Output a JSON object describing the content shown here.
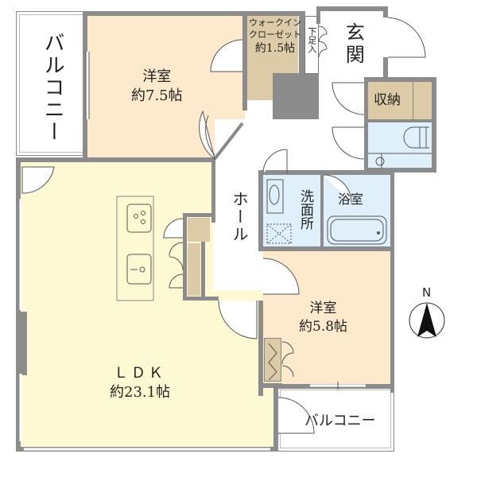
{
  "floor_plan": {
    "colors": {
      "wall": "#8c8c8c",
      "western_room": "#fde9cc",
      "ldk": "#fdf9d2",
      "wet_area": "#dff0fb",
      "storage": "#dccba6",
      "balcony": "#ffffff",
      "hall": "#ffffff"
    },
    "rooms": {
      "balcony_west": {
        "name": "バルコニー"
      },
      "western_room_1": {
        "name": "洋室",
        "size": "約7.5帖"
      },
      "walk_in_closet": {
        "line1": "ウォークイン",
        "line2": "クローゼット",
        "size": "約1.5帖"
      },
      "shoe_storage": {
        "name": "下足入"
      },
      "entrance": {
        "name": "玄関"
      },
      "storage": {
        "name": "収納"
      },
      "toilet": {
        "name": ""
      },
      "hall": {
        "name": "ホール"
      },
      "washroom": {
        "name": "洗面所"
      },
      "bathroom": {
        "name": "浴室"
      },
      "ldk": {
        "name": "ＬＤＫ",
        "size": "約23.1帖"
      },
      "western_room_2": {
        "name": "洋室",
        "size": "約5.8帖"
      },
      "balcony_south": {
        "name": "バルコニー"
      }
    },
    "compass": {
      "label": "N"
    },
    "fixtures": [
      "kitchen-island-stove",
      "kitchen-island-sink",
      "toilet",
      "bathtub",
      "washbasin",
      "washing-machine-pan"
    ]
  }
}
